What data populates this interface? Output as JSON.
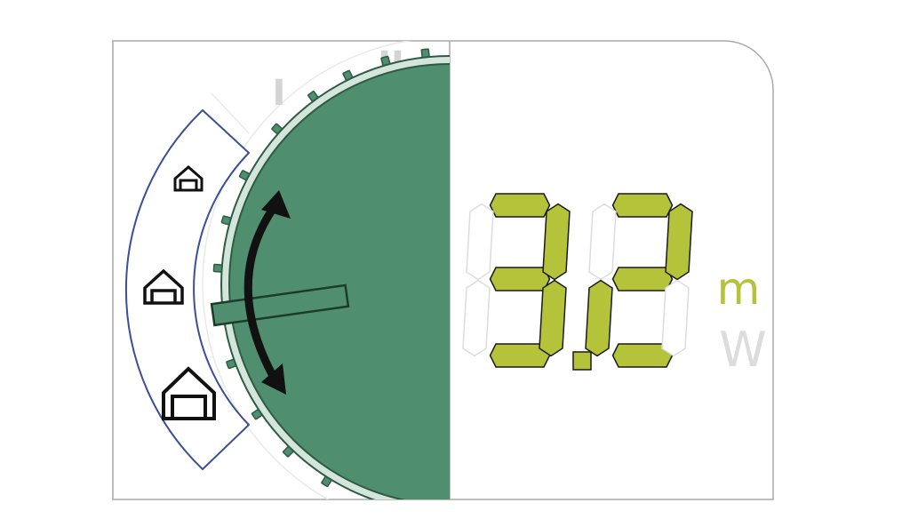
{
  "dial": {
    "mode_labels": [
      "I",
      "II"
    ],
    "arrow": "double-arrow-icon"
  },
  "power_levels": [
    {
      "icon": "house-icon",
      "size": "small"
    },
    {
      "icon": "house-icon",
      "size": "medium"
    },
    {
      "icon": "house-icon",
      "size": "large"
    }
  ],
  "display": {
    "value": "3.2",
    "unit_active": "m",
    "unit_inactive": "W",
    "color_active": "#b5c33a",
    "color_inactive": "#dcdcdc"
  },
  "colors": {
    "dial_fill": "#4f8e6e",
    "dial_stroke": "#2f5a43",
    "bracket": "#3b4f97"
  }
}
